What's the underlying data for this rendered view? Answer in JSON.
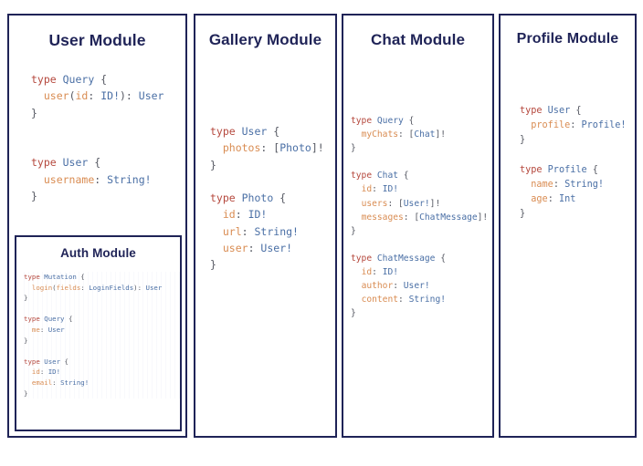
{
  "page": {
    "background": "#ffffff",
    "border_color": "#1f2357",
    "title_color": "#1f2357",
    "syntax_colors": {
      "keyword": "#b5483d",
      "type_name": "#4a6fa5",
      "field_name": "#d98c52",
      "punctuation": "#555862"
    }
  },
  "modules": {
    "user": {
      "title": "User Module",
      "code_lines": [
        [
          {
            "t": "type ",
            "c": "kw"
          },
          {
            "t": "Query",
            "c": "type"
          },
          {
            "t": " {",
            "c": "pn"
          }
        ],
        [
          {
            "t": "  ",
            "c": "pn"
          },
          {
            "t": "user",
            "c": "fld"
          },
          {
            "t": "(",
            "c": "pn"
          },
          {
            "t": "id",
            "c": "fld"
          },
          {
            "t": ": ",
            "c": "pn"
          },
          {
            "t": "ID!",
            "c": "type"
          },
          {
            "t": "): ",
            "c": "pn"
          },
          {
            "t": "User",
            "c": "type"
          }
        ],
        [
          {
            "t": "}",
            "c": "pn"
          }
        ],
        [
          {
            "t": "",
            "c": "pn"
          }
        ],
        [
          {
            "t": "",
            "c": "pn"
          }
        ],
        [
          {
            "t": "type ",
            "c": "kw"
          },
          {
            "t": "User",
            "c": "type"
          },
          {
            "t": " {",
            "c": "pn"
          }
        ],
        [
          {
            "t": "  ",
            "c": "pn"
          },
          {
            "t": "username",
            "c": "fld"
          },
          {
            "t": ": ",
            "c": "pn"
          },
          {
            "t": "String!",
            "c": "type"
          }
        ],
        [
          {
            "t": "}",
            "c": "pn"
          }
        ]
      ]
    },
    "auth": {
      "title": "Auth Module",
      "code_lines": [
        [
          {
            "t": "type ",
            "c": "kw"
          },
          {
            "t": "Mutation",
            "c": "type"
          },
          {
            "t": " {",
            "c": "pn"
          }
        ],
        [
          {
            "t": "  ",
            "c": "pn"
          },
          {
            "t": "login",
            "c": "fld"
          },
          {
            "t": "(",
            "c": "pn"
          },
          {
            "t": "fields",
            "c": "fld"
          },
          {
            "t": ": ",
            "c": "pn"
          },
          {
            "t": "LoginFields",
            "c": "type"
          },
          {
            "t": "): ",
            "c": "pn"
          },
          {
            "t": "User",
            "c": "type"
          }
        ],
        [
          {
            "t": "}",
            "c": "pn"
          }
        ],
        [
          {
            "t": "",
            "c": "pn"
          }
        ],
        [
          {
            "t": "type ",
            "c": "kw"
          },
          {
            "t": "Query",
            "c": "type"
          },
          {
            "t": " {",
            "c": "pn"
          }
        ],
        [
          {
            "t": "  ",
            "c": "pn"
          },
          {
            "t": "me",
            "c": "fld"
          },
          {
            "t": ": ",
            "c": "pn"
          },
          {
            "t": "User",
            "c": "type"
          }
        ],
        [
          {
            "t": "}",
            "c": "pn"
          }
        ],
        [
          {
            "t": "",
            "c": "pn"
          }
        ],
        [
          {
            "t": "type ",
            "c": "kw"
          },
          {
            "t": "User",
            "c": "type"
          },
          {
            "t": " {",
            "c": "pn"
          }
        ],
        [
          {
            "t": "  ",
            "c": "pn"
          },
          {
            "t": "id",
            "c": "fld"
          },
          {
            "t": ": ",
            "c": "pn"
          },
          {
            "t": "ID!",
            "c": "type"
          }
        ],
        [
          {
            "t": "  ",
            "c": "pn"
          },
          {
            "t": "email",
            "c": "fld"
          },
          {
            "t": ": ",
            "c": "pn"
          },
          {
            "t": "String!",
            "c": "type"
          }
        ],
        [
          {
            "t": "}",
            "c": "pn"
          }
        ]
      ]
    },
    "gallery": {
      "title": "Gallery Module",
      "code_lines": [
        [
          {
            "t": "type ",
            "c": "kw"
          },
          {
            "t": "User",
            "c": "type"
          },
          {
            "t": " {",
            "c": "pn"
          }
        ],
        [
          {
            "t": "  ",
            "c": "pn"
          },
          {
            "t": "photos",
            "c": "fld"
          },
          {
            "t": ": [",
            "c": "pn"
          },
          {
            "t": "Photo",
            "c": "type"
          },
          {
            "t": "]!",
            "c": "pn"
          }
        ],
        [
          {
            "t": "}",
            "c": "pn"
          }
        ],
        [
          {
            "t": "",
            "c": "pn"
          }
        ],
        [
          {
            "t": "type ",
            "c": "kw"
          },
          {
            "t": "Photo",
            "c": "type"
          },
          {
            "t": " {",
            "c": "pn"
          }
        ],
        [
          {
            "t": "  ",
            "c": "pn"
          },
          {
            "t": "id",
            "c": "fld"
          },
          {
            "t": ": ",
            "c": "pn"
          },
          {
            "t": "ID!",
            "c": "type"
          }
        ],
        [
          {
            "t": "  ",
            "c": "pn"
          },
          {
            "t": "url",
            "c": "fld"
          },
          {
            "t": ": ",
            "c": "pn"
          },
          {
            "t": "String!",
            "c": "type"
          }
        ],
        [
          {
            "t": "  ",
            "c": "pn"
          },
          {
            "t": "user",
            "c": "fld"
          },
          {
            "t": ": ",
            "c": "pn"
          },
          {
            "t": "User!",
            "c": "type"
          }
        ],
        [
          {
            "t": "}",
            "c": "pn"
          }
        ]
      ]
    },
    "chat": {
      "title": "Chat Module",
      "code_lines": [
        [
          {
            "t": "type ",
            "c": "kw"
          },
          {
            "t": "Query",
            "c": "type"
          },
          {
            "t": " {",
            "c": "pn"
          }
        ],
        [
          {
            "t": "  ",
            "c": "pn"
          },
          {
            "t": "myChats",
            "c": "fld"
          },
          {
            "t": ": [",
            "c": "pn"
          },
          {
            "t": "Chat",
            "c": "type"
          },
          {
            "t": "]!",
            "c": "pn"
          }
        ],
        [
          {
            "t": "}",
            "c": "pn"
          }
        ],
        [
          {
            "t": "",
            "c": "pn"
          }
        ],
        [
          {
            "t": "type ",
            "c": "kw"
          },
          {
            "t": "Chat",
            "c": "type"
          },
          {
            "t": " {",
            "c": "pn"
          }
        ],
        [
          {
            "t": "  ",
            "c": "pn"
          },
          {
            "t": "id",
            "c": "fld"
          },
          {
            "t": ": ",
            "c": "pn"
          },
          {
            "t": "ID!",
            "c": "type"
          }
        ],
        [
          {
            "t": "  ",
            "c": "pn"
          },
          {
            "t": "users",
            "c": "fld"
          },
          {
            "t": ": [",
            "c": "pn"
          },
          {
            "t": "User!",
            "c": "type"
          },
          {
            "t": "]!",
            "c": "pn"
          }
        ],
        [
          {
            "t": "  ",
            "c": "pn"
          },
          {
            "t": "messages",
            "c": "fld"
          },
          {
            "t": ": [",
            "c": "pn"
          },
          {
            "t": "ChatMessage",
            "c": "type"
          },
          {
            "t": "]!",
            "c": "pn"
          }
        ],
        [
          {
            "t": "}",
            "c": "pn"
          }
        ],
        [
          {
            "t": "",
            "c": "pn"
          }
        ],
        [
          {
            "t": "type ",
            "c": "kw"
          },
          {
            "t": "ChatMessage",
            "c": "type"
          },
          {
            "t": " {",
            "c": "pn"
          }
        ],
        [
          {
            "t": "  ",
            "c": "pn"
          },
          {
            "t": "id",
            "c": "fld"
          },
          {
            "t": ": ",
            "c": "pn"
          },
          {
            "t": "ID!",
            "c": "type"
          }
        ],
        [
          {
            "t": "  ",
            "c": "pn"
          },
          {
            "t": "author",
            "c": "fld"
          },
          {
            "t": ": ",
            "c": "pn"
          },
          {
            "t": "User!",
            "c": "type"
          }
        ],
        [
          {
            "t": "  ",
            "c": "pn"
          },
          {
            "t": "content",
            "c": "fld"
          },
          {
            "t": ": ",
            "c": "pn"
          },
          {
            "t": "String!",
            "c": "type"
          }
        ],
        [
          {
            "t": "}",
            "c": "pn"
          }
        ]
      ]
    },
    "profile": {
      "title": "Profile Module",
      "code_lines": [
        [
          {
            "t": "type ",
            "c": "kw"
          },
          {
            "t": "User",
            "c": "type"
          },
          {
            "t": " {",
            "c": "pn"
          }
        ],
        [
          {
            "t": "  ",
            "c": "pn"
          },
          {
            "t": "profile",
            "c": "fld"
          },
          {
            "t": ": ",
            "c": "pn"
          },
          {
            "t": "Profile!",
            "c": "type"
          }
        ],
        [
          {
            "t": "}",
            "c": "pn"
          }
        ],
        [
          {
            "t": "",
            "c": "pn"
          }
        ],
        [
          {
            "t": "type ",
            "c": "kw"
          },
          {
            "t": "Profile",
            "c": "type"
          },
          {
            "t": " {",
            "c": "pn"
          }
        ],
        [
          {
            "t": "  ",
            "c": "pn"
          },
          {
            "t": "name",
            "c": "fld"
          },
          {
            "t": ": ",
            "c": "pn"
          },
          {
            "t": "String!",
            "c": "type"
          }
        ],
        [
          {
            "t": "  ",
            "c": "pn"
          },
          {
            "t": "age",
            "c": "fld"
          },
          {
            "t": ": ",
            "c": "pn"
          },
          {
            "t": "Int",
            "c": "type"
          }
        ],
        [
          {
            "t": "}",
            "c": "pn"
          }
        ]
      ]
    }
  }
}
